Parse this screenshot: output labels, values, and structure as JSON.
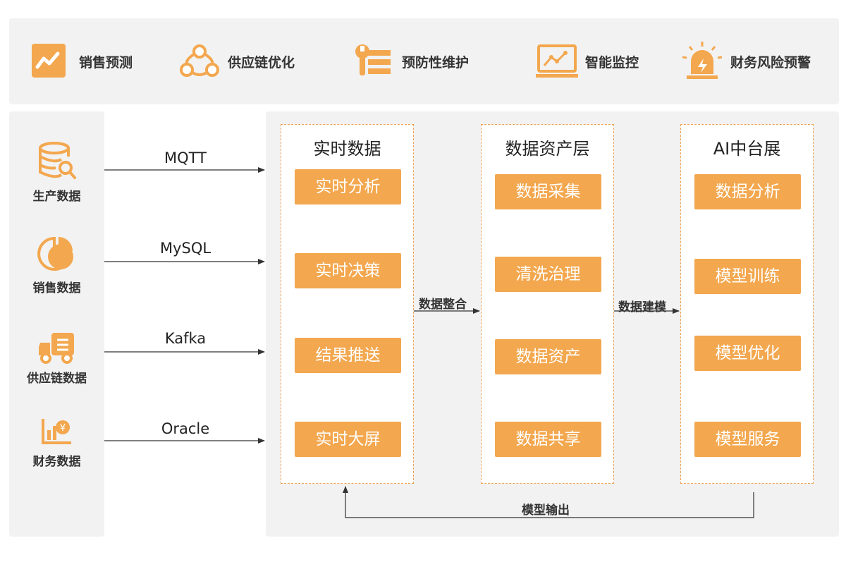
{
  "colors": {
    "accent": "#f3a74e",
    "panel": "#f2f2f2",
    "border": "#f0a050"
  },
  "top_bar": {
    "items": [
      {
        "label": "销售预测",
        "icon": "trend-chart-icon"
      },
      {
        "label": "供应链优化",
        "icon": "network-nodes-icon"
      },
      {
        "label": "预防性维护",
        "icon": "wrench-layers-icon"
      },
      {
        "label": "智能监控",
        "icon": "monitor-chart-icon"
      },
      {
        "label": "财务风险预警",
        "icon": "alarm-light-icon"
      }
    ]
  },
  "sources": [
    {
      "label": "生产数据",
      "icon": "database-search-icon",
      "protocol": "MQTT"
    },
    {
      "label": "销售数据",
      "icon": "pie-chart-icon",
      "protocol": "MySQL"
    },
    {
      "label": "供应链数据",
      "icon": "truck-icon",
      "protocol": "Kafka"
    },
    {
      "label": "财务数据",
      "icon": "finance-chart-icon",
      "protocol": "Oracle"
    }
  ],
  "columns": [
    {
      "title": "实时数据",
      "items": [
        "实时分析",
        "实时决策",
        "结果推送",
        "实时大屏"
      ]
    },
    {
      "title": "数据资产层",
      "items": [
        "数据采集",
        "清洗治理",
        "数据资产",
        "数据共享"
      ]
    },
    {
      "title": "AI中台展",
      "items": [
        "数据分析",
        "模型训练",
        "模型优化",
        "模型服务"
      ]
    }
  ],
  "connectors": {
    "realtime_to_asset": "数据整合",
    "asset_to_ai": "数据建模",
    "feedback": "模型输出"
  }
}
